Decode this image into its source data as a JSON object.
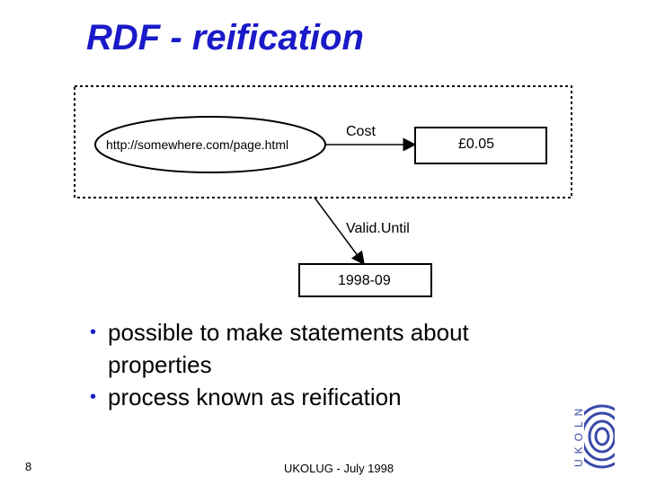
{
  "title": "RDF - reification",
  "diagram": {
    "resource_label": "http://somewhere.com/page.html",
    "property_label": "Cost",
    "value_label": "£0.05",
    "meta_property_label": "Valid.Until",
    "meta_value_label": "1998-09"
  },
  "bullets": [
    "possible to make statements about properties",
    "process known as reification"
  ],
  "slide_number": "8",
  "footer": "UKOLUG - July 1998",
  "logo_text": "UKOLN",
  "colors": {
    "title": "#1a1ac8",
    "bullet": "#1a1ac8",
    "logo": "#3a4aa8"
  }
}
